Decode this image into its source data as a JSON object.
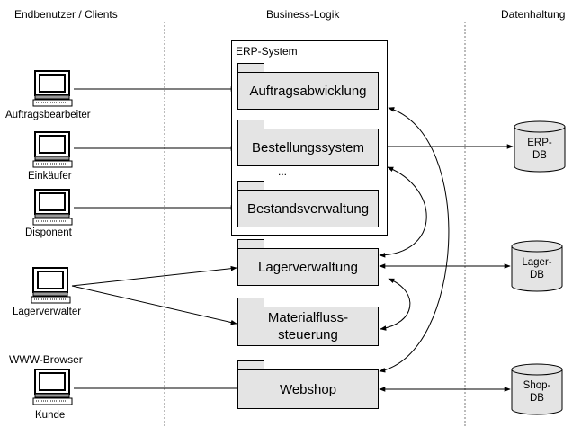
{
  "columns": {
    "clients": "Endbenutzer / Clients",
    "logic": "Business-Logik",
    "data": "Datenhaltung"
  },
  "clients": [
    {
      "label": "Auftragsbearbeiter"
    },
    {
      "label": "Einkäufer"
    },
    {
      "label": "Disponent"
    },
    {
      "label": "Lagerverwalter"
    },
    {
      "label": "Kunde"
    }
  ],
  "www_browser": "WWW-Browser",
  "erp_system": {
    "title": "ERP-System",
    "modules": [
      "Auftragsabwicklung",
      "Bestellungssystem",
      "Bestandsverwaltung"
    ],
    "ellipsis": "..."
  },
  "components": {
    "lager": "Lagerverwaltung",
    "material_line1": "Materialfluss-",
    "material_line2": "steuerung",
    "webshop": "Webshop"
  },
  "databases": [
    {
      "line1": "ERP-",
      "line2": "DB"
    },
    {
      "line1": "Lager-",
      "line2": "DB"
    },
    {
      "line1": "Shop-",
      "line2": "DB"
    }
  ],
  "colors": {
    "module_fill": "#e4e4e4",
    "line": "#000000",
    "divider": "#777777"
  },
  "icons": {
    "client": "computer-terminal-icon",
    "database": "database-cylinder-icon"
  }
}
